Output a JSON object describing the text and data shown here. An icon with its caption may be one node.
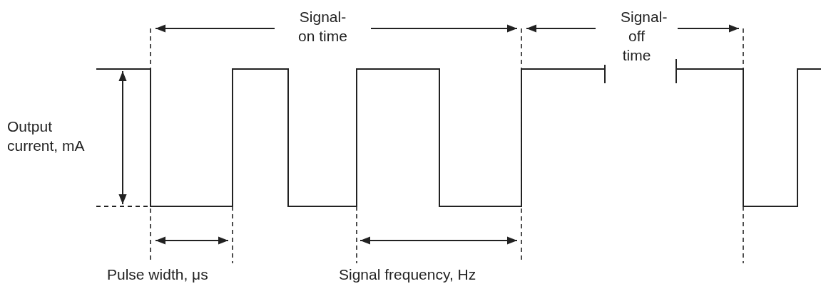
{
  "diagram": {
    "labels": [
      "Signal- on time",
      "Signal- off time",
      "Output current, mA",
      "Pulse width, μs",
      "Signal frequency, Hz"
    ]
  }
}
